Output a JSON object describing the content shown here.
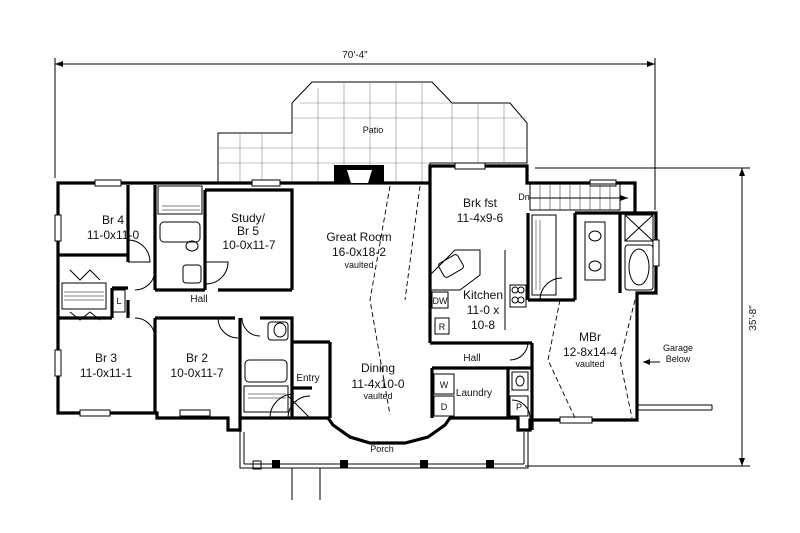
{
  "dimensions": {
    "width": "70'-4\"",
    "depth": "35'-8\""
  },
  "rooms": {
    "patio": {
      "name": "Patio"
    },
    "br4": {
      "name": "Br 4",
      "size": "11-0x11-0"
    },
    "study": {
      "name1": "Study/",
      "name2": "Br 5",
      "size": "10-0x11-7"
    },
    "great_room": {
      "name": "Great Room",
      "size": "16-0x18-2",
      "note": "vaulted"
    },
    "brk_fst": {
      "name": "Brk fst",
      "size": "11-4x9-6"
    },
    "hall_left": {
      "name": "Hall"
    },
    "kitchen": {
      "name": "Kitchen",
      "size1": "11-0 x",
      "size2": "10-8"
    },
    "br3": {
      "name": "Br 3",
      "size": "11-0x11-1"
    },
    "br2": {
      "name": "Br 2",
      "size": "10-0x11-7"
    },
    "entry": {
      "name": "Entry"
    },
    "dining": {
      "name": "Dining",
      "size": "11-4x10-0",
      "note": "vaulted"
    },
    "hall_right": {
      "name": "Hall"
    },
    "laundry": {
      "name": "Laundry"
    },
    "mbr": {
      "name": "MBr",
      "size": "12-8x14-4",
      "note": "vaulted"
    },
    "porch": {
      "name": "Porch"
    }
  },
  "fixtures": {
    "dw": "DW",
    "r": "R",
    "w": "W",
    "d": "D",
    "p": "P",
    "l": "L",
    "dn": "Dn"
  },
  "garage": {
    "line1": "Garage",
    "line2": "Below"
  }
}
